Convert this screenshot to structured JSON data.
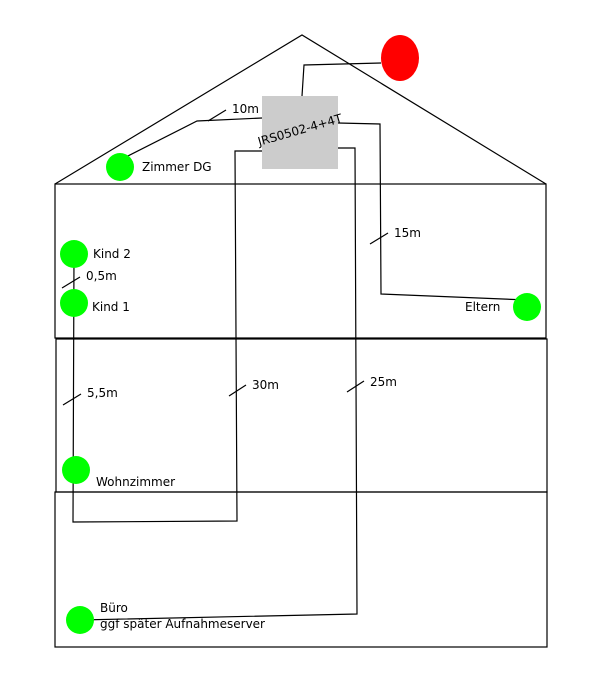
{
  "colors": {
    "room_node": "#00ff00",
    "outside_node": "#ff0000",
    "switch_box": "#cccccc"
  },
  "switch": {
    "label": "JRS0502-4+4T"
  },
  "rooms": {
    "zimmer_dg": "Zimmer DG",
    "kind2": "Kind 2",
    "kind1": "Kind 1",
    "eltern": "Eltern",
    "wohnzimmer": "Wohnzimmer",
    "buero": "Büro",
    "buero_note": "ggf später Aufnahmeserver"
  },
  "cable_lengths": {
    "zimmer_dg": "10m",
    "eltern": "15m",
    "kind": "0,5m",
    "wohnzimmer": "5,5m",
    "main": "30m",
    "buero": "25m"
  }
}
